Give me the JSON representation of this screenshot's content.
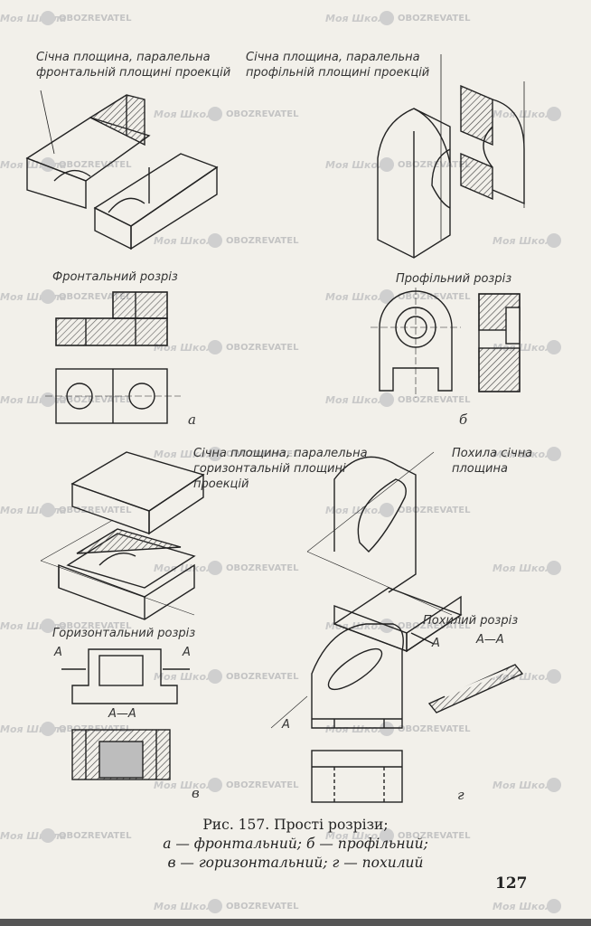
{
  "labels": {
    "frontal_plane": [
      "Січна площина, паралельна",
      "фронтальній площині проекцій"
    ],
    "profile_plane": [
      "Січна площина, паралельна",
      "профільній площині проекцій"
    ],
    "frontal_section": "Фронтальний розріз",
    "profile_section": "Профільний розріз",
    "horizontal_plane": [
      "Січна площина, паралельна",
      "горизонтальній площині",
      "проекцій"
    ],
    "inclined_plane": [
      "Похила січна",
      "площина"
    ],
    "horizontal_section": "Горизонтальний розріз",
    "inclined_section": "Похилий розріз",
    "section_AA": "A—A",
    "letter_A": "A"
  },
  "letters": {
    "a": "а",
    "b": "б",
    "v": "в",
    "g": "г"
  },
  "caption": {
    "line1": "Рис. 157. Прості розрізи;",
    "line2": "а — фронтальний; б — профільний;",
    "line3": "в — горизонтальний; г — похилий"
  },
  "page_number": "127",
  "watermarks": {
    "school": "Моя Школа",
    "brand": "OBOZREVATEL"
  }
}
